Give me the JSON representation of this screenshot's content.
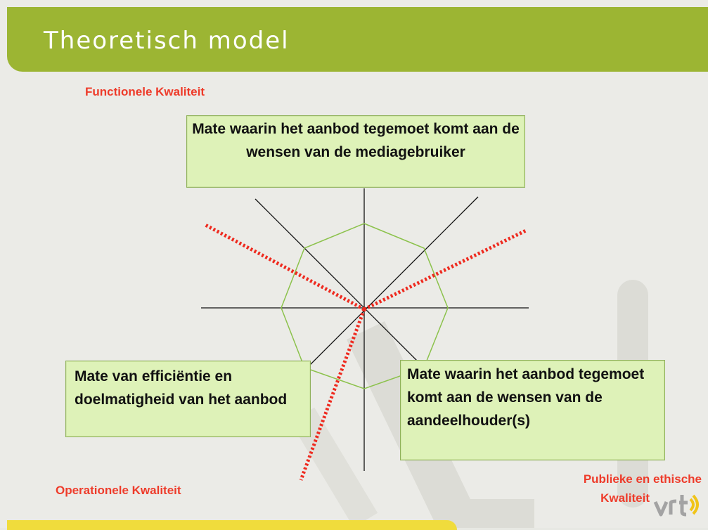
{
  "slide": {
    "title": "Theoretisch model"
  },
  "labels": {
    "functional": "Functionele Kwaliteit",
    "operational": "Operationele Kwaliteit",
    "public_line1": "Publieke en ethische",
    "public_line2": "Kwaliteit"
  },
  "boxes": {
    "top": "Mate waarin het aanbod tegemoet komt aan de wensen van de mediagebruiker",
    "left": "Mate van efficiëntie en doelmatigheid van het aanbod",
    "right": "Mate waarin het aanbod tegemoet komt aan de wensen van de aandeelhouder(s)"
  },
  "colors": {
    "title_bar": "#9cb533",
    "accent_red": "#ee3b2a",
    "box_fill": "#def2b8",
    "octagon": "#8cc24c",
    "bottom_bar": "#f0dc3c"
  }
}
